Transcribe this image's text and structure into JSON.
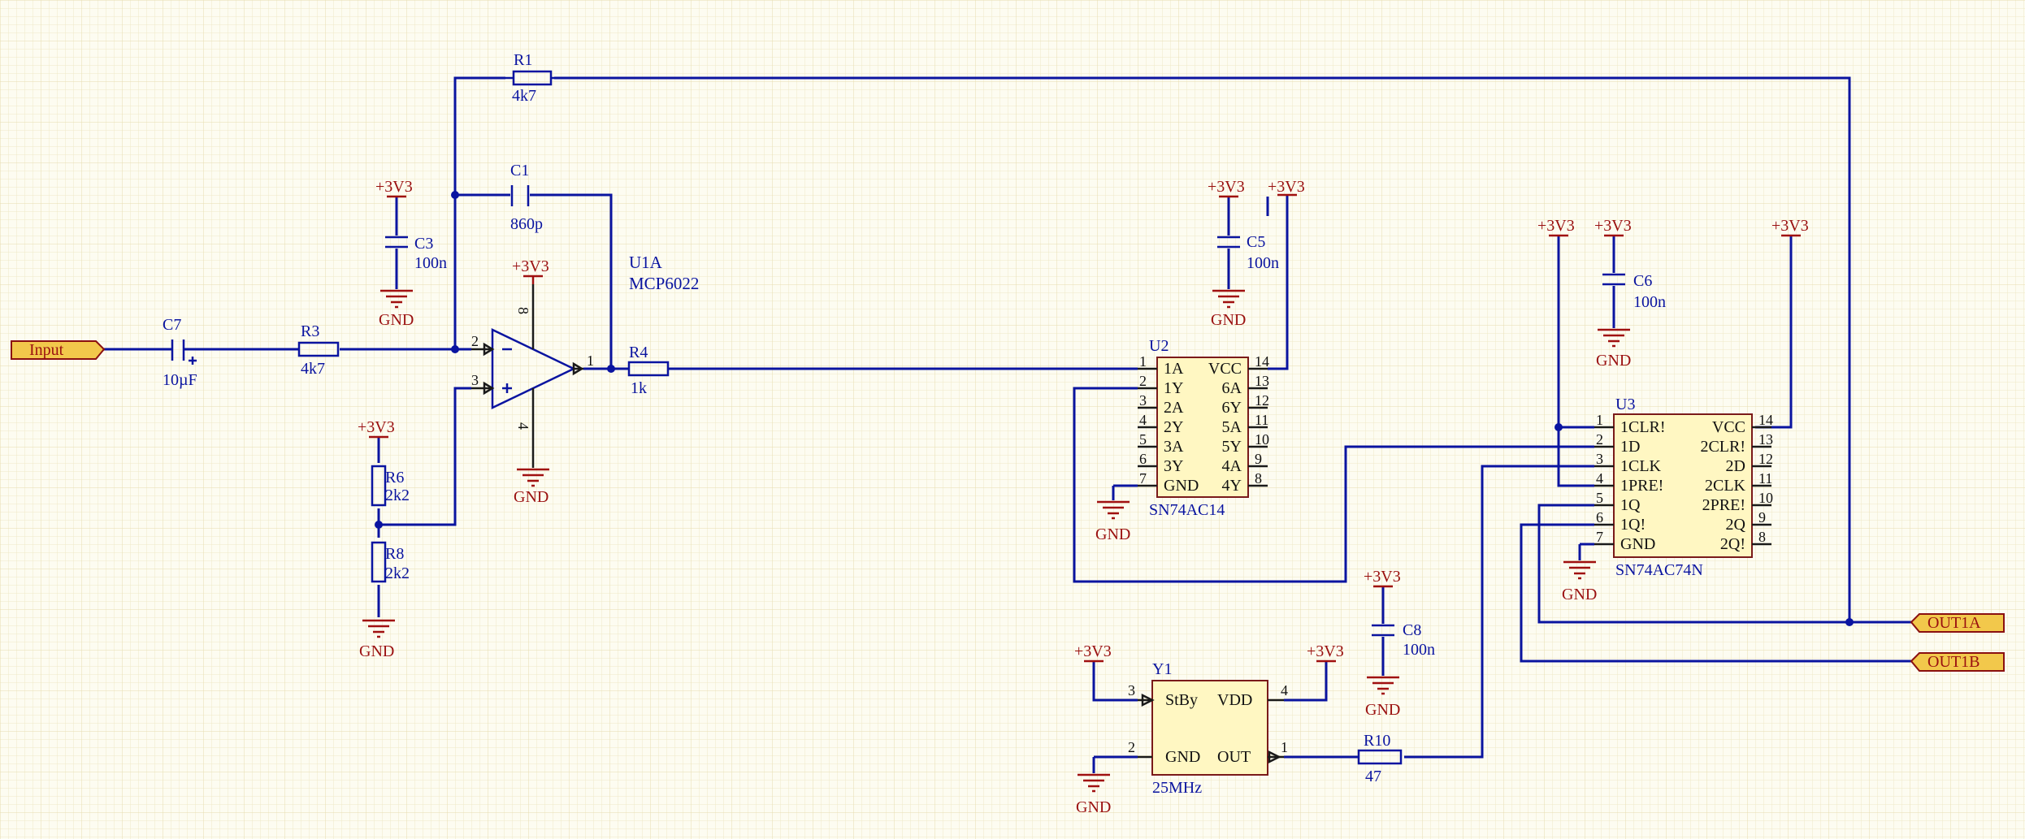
{
  "ports": {
    "input": "Input",
    "out1a": "OUT1A",
    "out1b": "OUT1B"
  },
  "power": {
    "v33": "+3V3",
    "gnd": "GND"
  },
  "components": {
    "r1": {
      "ref": "R1",
      "value": "4k7"
    },
    "r3": {
      "ref": "R3",
      "value": "4k7"
    },
    "r4": {
      "ref": "R4",
      "value": "1k"
    },
    "r6": {
      "ref": "R6",
      "value": "2k2"
    },
    "r8": {
      "ref": "R8",
      "value": "2k2"
    },
    "r10": {
      "ref": "R10",
      "value": "47"
    },
    "c1": {
      "ref": "C1",
      "value": "860p"
    },
    "c3": {
      "ref": "C3",
      "value": "100n"
    },
    "c5": {
      "ref": "C5",
      "value": "100n"
    },
    "c6": {
      "ref": "C6",
      "value": "100n"
    },
    "c7": {
      "ref": "C7",
      "value": "10µF"
    },
    "c8": {
      "ref": "C8",
      "value": "100n"
    },
    "u1": {
      "ref": "U1A",
      "value": "MCP6022",
      "pins": [
        "2",
        "3",
        "1",
        "8",
        "4"
      ]
    },
    "u2": {
      "ref": "U2",
      "value": "SN74AC14",
      "left": [
        [
          "1",
          "1A"
        ],
        [
          "2",
          "1Y"
        ],
        [
          "3",
          "2A"
        ],
        [
          "4",
          "2Y"
        ],
        [
          "5",
          "3A"
        ],
        [
          "6",
          "3Y"
        ],
        [
          "7",
          "GND"
        ]
      ],
      "right": [
        [
          "14",
          "VCC"
        ],
        [
          "13",
          "6A"
        ],
        [
          "12",
          "6Y"
        ],
        [
          "11",
          "5A"
        ],
        [
          "10",
          "5Y"
        ],
        [
          "9",
          "4A"
        ],
        [
          "8",
          "4Y"
        ]
      ]
    },
    "u3": {
      "ref": "U3",
      "value": "SN74AC74N",
      "left": [
        [
          "1",
          "1CLR!"
        ],
        [
          "2",
          "1D"
        ],
        [
          "3",
          "1CLK"
        ],
        [
          "4",
          "1PRE!"
        ],
        [
          "5",
          "1Q"
        ],
        [
          "6",
          "1Q!"
        ],
        [
          "7",
          "GND"
        ]
      ],
      "right": [
        [
          "14",
          "VCC"
        ],
        [
          "13",
          "2CLR!"
        ],
        [
          "12",
          "2D"
        ],
        [
          "11",
          "2CLK"
        ],
        [
          "10",
          "2PRE!"
        ],
        [
          "9",
          "2Q"
        ],
        [
          "8",
          "2Q!"
        ]
      ]
    },
    "y1": {
      "ref": "Y1",
      "value": "25MHz",
      "pins": [
        [
          "3",
          "StBy"
        ],
        [
          "2",
          "GND"
        ],
        [
          "4",
          "VDD"
        ],
        [
          "1",
          "OUT"
        ]
      ]
    }
  },
  "colors": {
    "wire": "#0a14a0",
    "power": "#9a1010",
    "background": "#fdfcf1",
    "port_fill": "#f2c84b"
  }
}
